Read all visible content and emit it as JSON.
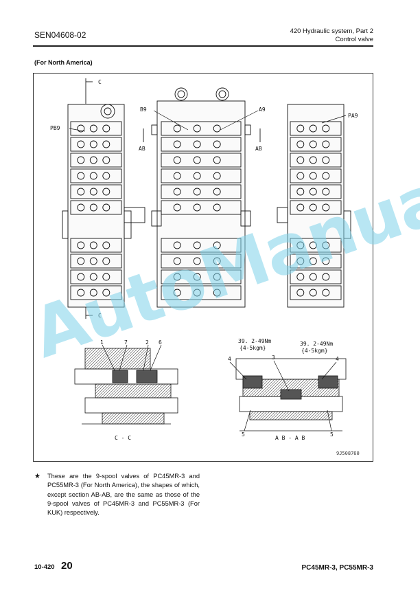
{
  "header": {
    "doc_code": "SEN04608-02",
    "section_line1": "420 Hydraulic system, Part 2",
    "section_line2": "Control valve"
  },
  "region_label": "(For North America)",
  "figure": {
    "callouts": {
      "c_top": "C",
      "c_bottom": "C",
      "b9": "B9",
      "a9": "A9",
      "pb9": "PB9",
      "pa9": "PA9",
      "ab_left": "AB",
      "ab_right": "AB",
      "n1": "1",
      "n7": "7",
      "n2": "2",
      "n6": "6",
      "n3": "3",
      "n4_left": "4",
      "n4_right": "4",
      "n5_left": "5",
      "n5_right": "5",
      "torque_left_1": "39. 2-49Nm",
      "torque_left_2": "{4-5kgm}",
      "torque_right_1": "39. 2-49Nm",
      "torque_right_2": "{4-5kgm}",
      "section_cc": "C - C",
      "section_abab": "A B - A B"
    },
    "figure_code": "9J508760"
  },
  "note": {
    "bullet": "★",
    "text": "These are the 9-spool valves of PC45MR-3 and PC55MR-3 (For North America), the shapes of which, except section AB-AB, are the same as those of the 9-spool valves of PC45MR-3 and PC55MR-3 (For KUK) respectively."
  },
  "footer": {
    "page_prefix": "10-420",
    "page_number": "20",
    "model": "PC45MR-3, PC55MR-3"
  },
  "watermark": "AutoManual"
}
